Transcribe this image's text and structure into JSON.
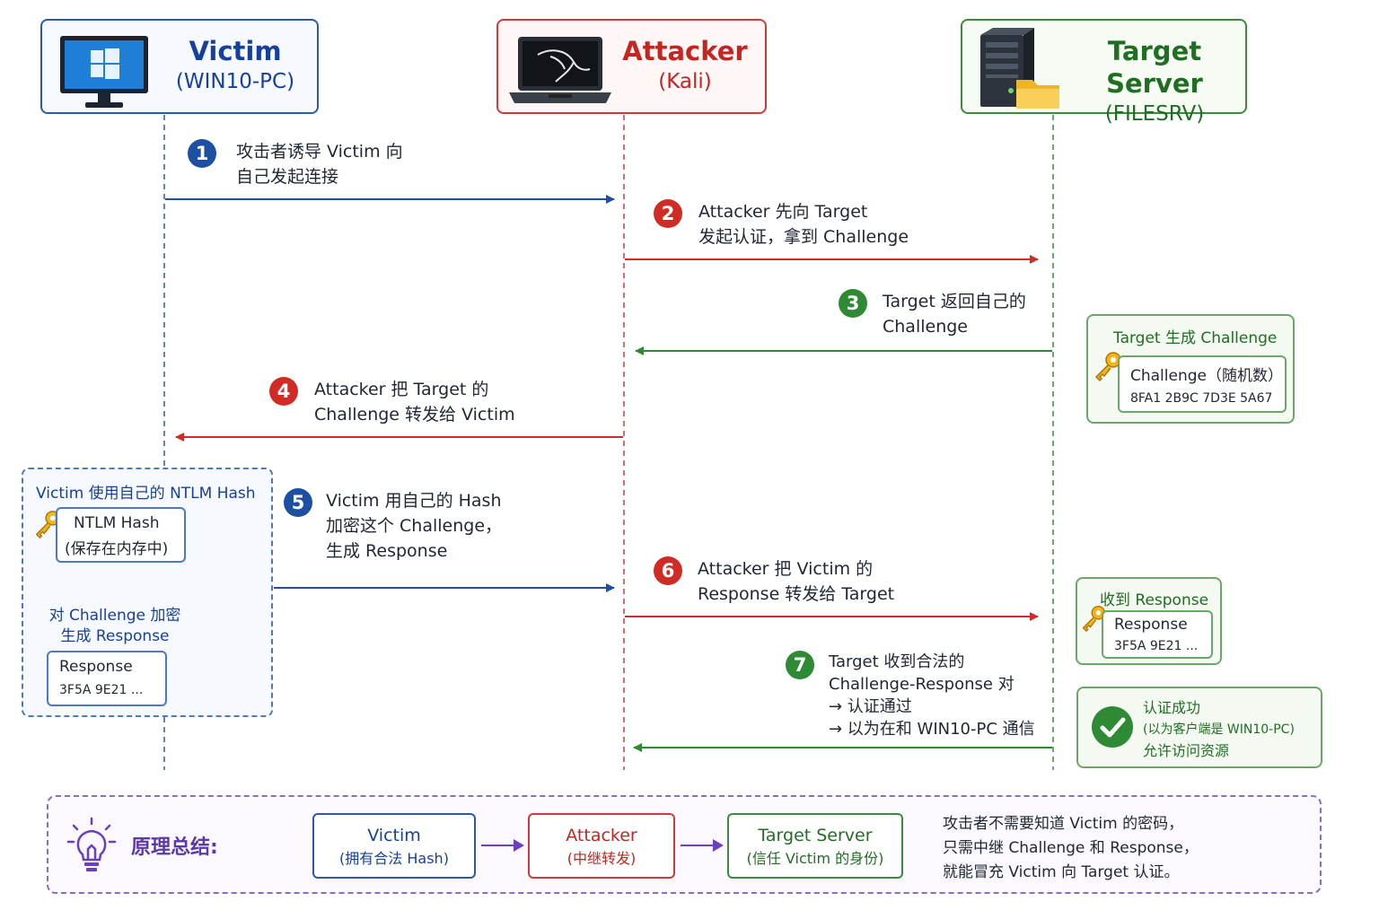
{
  "actors": {
    "victim": {
      "name": "Victim",
      "sub": "(WIN10-PC)",
      "color": "#16409a",
      "icon": "windows-monitor-icon"
    },
    "attacker": {
      "name": "Attacker",
      "sub": "(Kali)",
      "color": "#c52421",
      "icon": "kali-laptop-icon"
    },
    "target": {
      "name": "Target Server",
      "sub": "(FILESRV)",
      "color": "#1f6e22",
      "icon": "server-folder-icon"
    }
  },
  "steps": [
    {
      "num": "1",
      "lines": [
        "攻击者诱导 Victim 向",
        "自己发起连接"
      ]
    },
    {
      "num": "2",
      "lines": [
        "Attacker 先向 Target",
        "发起认证，拿到 Challenge"
      ]
    },
    {
      "num": "3",
      "lines": [
        "Target 返回自己的",
        "Challenge"
      ]
    },
    {
      "num": "4",
      "lines": [
        "Attacker 把 Target 的",
        "Challenge 转发给 Victim"
      ]
    },
    {
      "num": "5",
      "lines": [
        "Victim 用自己的 Hash",
        "加密这个 Challenge，",
        "生成 Response"
      ]
    },
    {
      "num": "6",
      "lines": [
        "Attacker 把 Victim 的",
        "Response 转发给 Target"
      ]
    },
    {
      "num": "7",
      "lines": [
        "Target 收到合法的",
        "Challenge-Response 对",
        "→ 认证通过",
        "→ 以为在和 WIN10-PC 通信"
      ]
    }
  ],
  "challenge_panel": {
    "title": "Target 生成 Challenge",
    "label": "Challenge（随机数）",
    "value": "8FA1 2B9C 7D3E 5A67"
  },
  "victim_panel": {
    "title": "Victim 使用自己的 NTLM Hash",
    "hash_label": "NTLM Hash",
    "hash_note": "(保存在内存中)",
    "encrypt_lines": [
      "对 Challenge 加密",
      "生成 Response"
    ],
    "response_label": "Response",
    "response_value": "3F5A 9E21 ..."
  },
  "received_panel": {
    "title": "收到 Response",
    "response_label": "Response",
    "response_value": "3F5A 9E21 ..."
  },
  "success_panel": {
    "line1": "认证成功",
    "line2": "(以为客户端是 WIN10-PC)",
    "line3": "允许访问资源"
  },
  "summary": {
    "title": "原理总结:",
    "victim": {
      "name": "Victim",
      "desc": "(拥有合法 Hash)"
    },
    "attacker": {
      "name": "Attacker",
      "desc": "(中继转发)"
    },
    "target": {
      "name": "Target Server",
      "desc": "(信任 Victim 的身份)"
    },
    "text": [
      "攻击者不需要知道 Victim 的密码，",
      "只需中继 Challenge 和 Response，",
      "就能冒充 Victim 向 Target 认证。"
    ]
  },
  "colors": {
    "blue": "#1d4fa3",
    "red": "#d02b25",
    "green": "#2f8a35",
    "purple": "#6a3fc0"
  }
}
